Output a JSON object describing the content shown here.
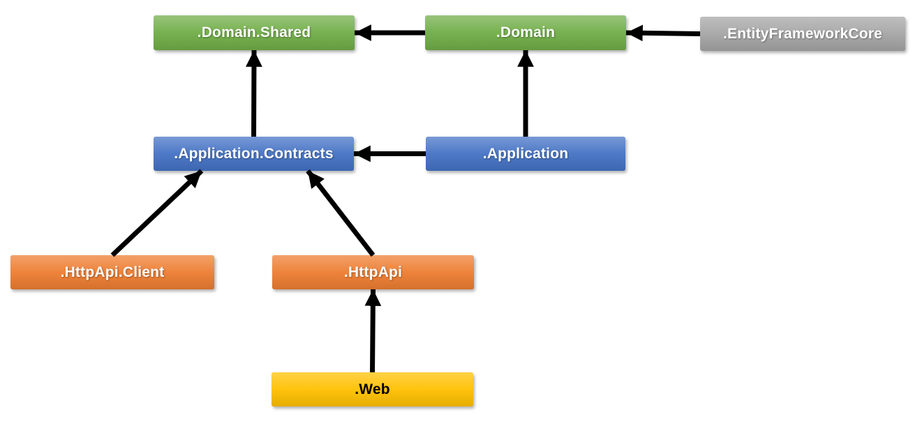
{
  "diagram": {
    "background": "#FFFFFF",
    "arrow_color": "#000000",
    "nodes": [
      {
        "id": "domain-shared",
        "label": ".Domain.Shared",
        "color": "#70AD47",
        "text_color": "#FFFFFF"
      },
      {
        "id": "domain",
        "label": ".Domain",
        "color": "#70AD47",
        "text_color": "#FFFFFF"
      },
      {
        "id": "entity-framework-core",
        "label": ".EntityFrameworkCore",
        "color": "#A5A5A5",
        "text_color": "#FFFFFF"
      },
      {
        "id": "application-contracts",
        "label": ".Application.Contracts",
        "color": "#4472C4",
        "text_color": "#FFFFFF"
      },
      {
        "id": "application",
        "label": ".Application",
        "color": "#4472C4",
        "text_color": "#FFFFFF"
      },
      {
        "id": "httpapi-client",
        "label": ".HttpApi.Client",
        "color": "#ED7D31",
        "text_color": "#FFFFFF"
      },
      {
        "id": "httpapi",
        "label": ".HttpApi",
        "color": "#ED7D31",
        "text_color": "#FFFFFF"
      },
      {
        "id": "web",
        "label": ".Web",
        "color": "#FFC000",
        "text_color": "#000000"
      }
    ],
    "edges": [
      {
        "from": "domain",
        "to": "domain-shared"
      },
      {
        "from": "entity-framework-core",
        "to": "domain"
      },
      {
        "from": "application-contracts",
        "to": "domain-shared"
      },
      {
        "from": "application",
        "to": "domain"
      },
      {
        "from": "application",
        "to": "application-contracts"
      },
      {
        "from": "httpapi-client",
        "to": "application-contracts"
      },
      {
        "from": "httpapi",
        "to": "application-contracts"
      },
      {
        "from": "web",
        "to": "httpapi"
      }
    ]
  }
}
